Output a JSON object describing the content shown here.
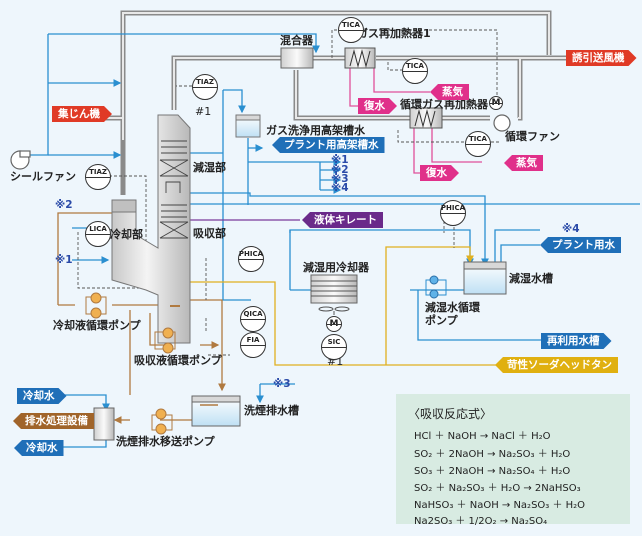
{
  "title": "排ガス処理設備 フロー図",
  "colors": {
    "background": "#eef6fc",
    "gas_duct": "#9a9a9a",
    "water_line": "#2a8fd0",
    "steam_line": "#e0509a",
    "cooling_liquid_line": "#b07a40",
    "caustic_line": "#e0b020",
    "chelate_line": "#7a3a9a",
    "tag_red": "#e03a26",
    "tag_blue": "#1f6fb8",
    "tag_magenta": "#e0308a",
    "tag_brown": "#a0642a",
    "tag_purple": "#6a2a8a",
    "tag_yellow": "#e0b010",
    "reaction_box": "#d8ebe2"
  },
  "equipment": {
    "mixer": "混合器",
    "gas_reheater_1": "ガス再加熱器1",
    "circ_gas_reheater": "循環ガス再加熱器",
    "circ_fan": "循環ファン",
    "seal_fan": "シールファン",
    "elevated_tank": "ガス洗浄用高架槽水",
    "dehumid_section": "減湿部",
    "absorb_section": "吸収部",
    "cooling_section": "冷却部",
    "dehumid_cooler": "減湿用冷却器",
    "dehumid_tank": "減湿水槽",
    "dehumid_pump_1": "減湿水循環",
    "dehumid_pump_2": "ポンプ",
    "cooling_pump": "冷却液循環ポンプ",
    "absorb_pump": "吸収液循環ポンプ",
    "drain_tank": "洗煙排水槽",
    "drain_pump": "洗煙排水移送ポンプ",
    "hash1_a": "#1",
    "hash1_b": "#1"
  },
  "tags": {
    "induced_fan": "誘引送風機",
    "dust_collector": "集じん機",
    "steam_1": "蒸気",
    "condensate_1": "復水",
    "steam_2": "蒸気",
    "condensate_2": "復水",
    "plant_elevated_water": "プラント用高架槽水",
    "liquid_chelate": "液体キレート",
    "plant_water": "プラント用水",
    "reuse_tank": "再利用水槽",
    "caustic_soda": "苛性ソーダヘッドタン",
    "cooling_water_in": "冷却水",
    "wastewater": "排水処理設備",
    "cooling_water_out": "冷却水"
  },
  "refs": {
    "r1": "※1",
    "r2": "※2",
    "r3": "※3",
    "r4": "※4",
    "r2_left": "※2",
    "r1_left": "※1",
    "r3_drain": "※3",
    "r4_tank": "※4"
  },
  "instruments": {
    "tica_top": "TICA",
    "tica_mid": "TICA",
    "tica_circ": "TICA",
    "tiaz_tower": "TIAZ",
    "tiaz_cool": "TIAZ",
    "lica": "LICA",
    "phica_left": "PHICA",
    "qica": "QICA",
    "fia": "FIA",
    "phica_right": "PHICA",
    "motor_circ": "M",
    "motor_cooler": "M",
    "sic": "SIC"
  },
  "reactions": {
    "title": "〈吸収反応式〉",
    "equations": [
      "HCl ＋ NaOH → NaCl ＋ H₂O",
      "SO₂ ＋ 2NaOH → Na₂SO₃ ＋ H₂O",
      "SO₃ ＋ 2NaOH → Na₂SO₄ ＋ H₂O",
      "SO₂ ＋ Na₂SO₃ ＋ H₂O → 2NaHSO₃",
      "NaHSO₃ ＋ NaOH → Na₂SO₃ ＋ H₂O",
      "Na2SO₃ ＋ 1/2O₂ → Na₂SO₄"
    ]
  }
}
